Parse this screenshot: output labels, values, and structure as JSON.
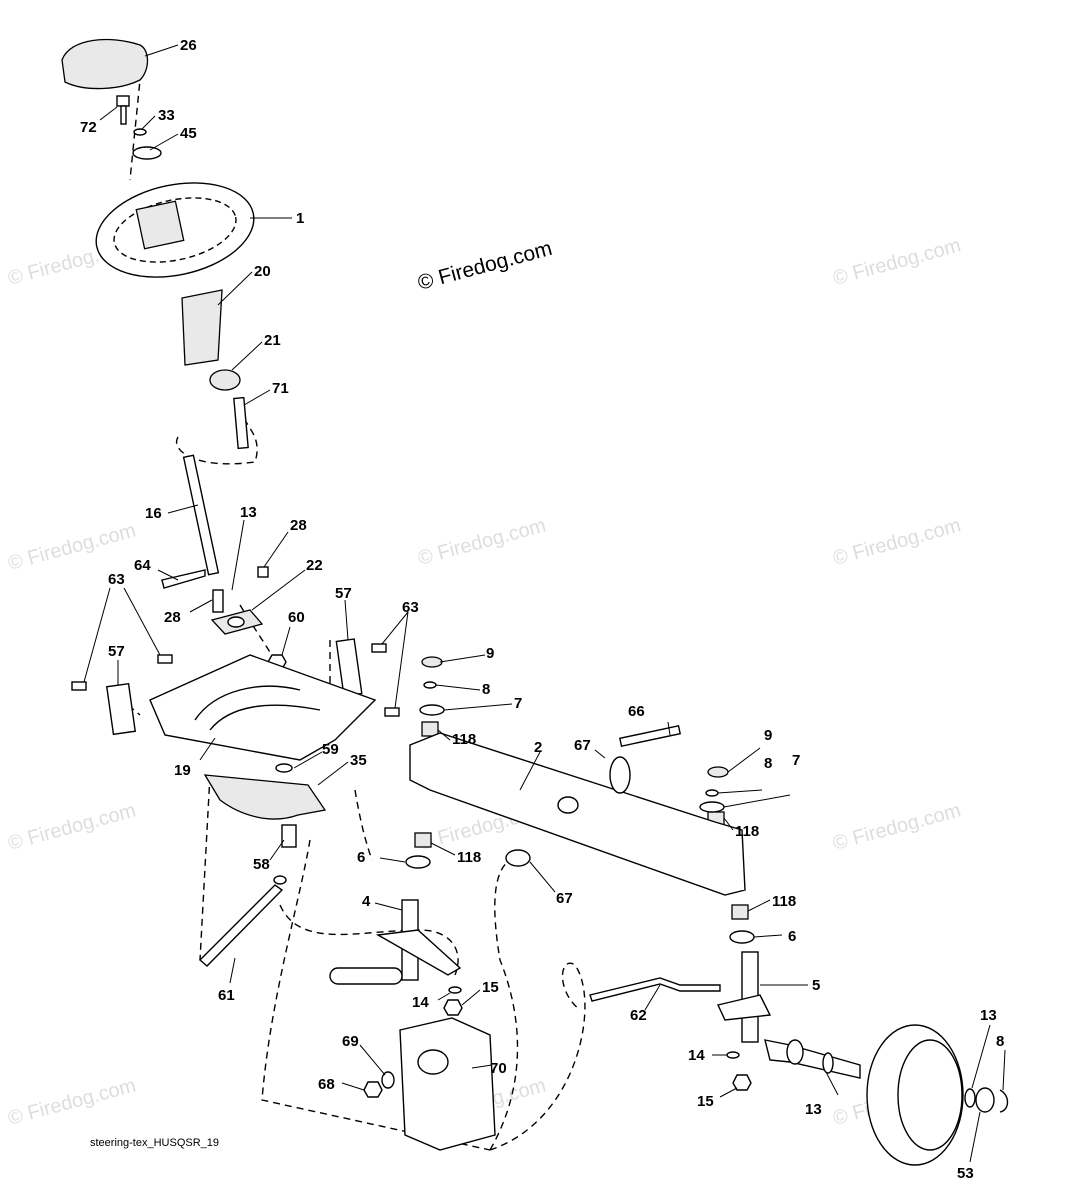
{
  "watermark": "© Firedog.com",
  "footer": "steering-tex_HUSQSR_19",
  "callouts": [
    "26",
    "72",
    "33",
    "45",
    "1",
    "20",
    "21",
    "71",
    "16",
    "13",
    "28",
    "64",
    "28",
    "22",
    "63",
    "57",
    "60",
    "57",
    "63",
    "19",
    "59",
    "35",
    "58",
    "61",
    "9",
    "8",
    "7",
    "118",
    "2",
    "66",
    "67",
    "9",
    "8",
    "7",
    "118",
    "6",
    "118",
    "67",
    "4",
    "14",
    "15",
    "69",
    "70",
    "68",
    "62",
    "118",
    "6",
    "5",
    "14",
    "15",
    "13",
    "13",
    "8",
    "53"
  ]
}
